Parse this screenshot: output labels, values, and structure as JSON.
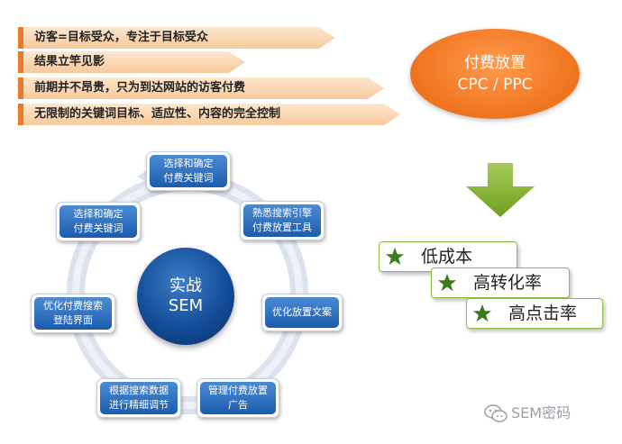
{
  "banners": [
    "访客=目标受众，专注于目标受众",
    "结果立竿见影",
    "前期并不昂贵，只为到达网站的访客付费",
    "无限制的关键词目标、适应性、内容的完全控制"
  ],
  "ellipse": {
    "line1": "付费放置",
    "line2": "CPC / PPC",
    "color": "#f0731d"
  },
  "benefits": [
    "低成本",
    "高转化率",
    "高点击率"
  ],
  "center": {
    "line1": "实战",
    "line2": "SEM"
  },
  "cycle": [
    {
      "line1": "选择和确定",
      "line2": "付费关键词"
    },
    {
      "line1": "熟悉搜索引擎",
      "line2": "付费放置工具"
    },
    {
      "line1": "优化放置文案",
      "line2": ""
    },
    {
      "line1": "管理付费放置",
      "line2": "广告"
    },
    {
      "line1": "根据搜索数据",
      "line2": "进行精细调节"
    },
    {
      "line1": "优化付费搜索",
      "line2": "登陆界面"
    },
    {
      "line1": "选择和确定",
      "line2": "付费关键词"
    }
  ],
  "watermark": {
    "text": "SEM密码",
    "icon": "wechat-icon"
  },
  "colors": {
    "banner_accent": "#ea7a2b",
    "node_blue": "#1c5cae",
    "green": "#8cbc3d",
    "star": "#3c7a1e"
  }
}
